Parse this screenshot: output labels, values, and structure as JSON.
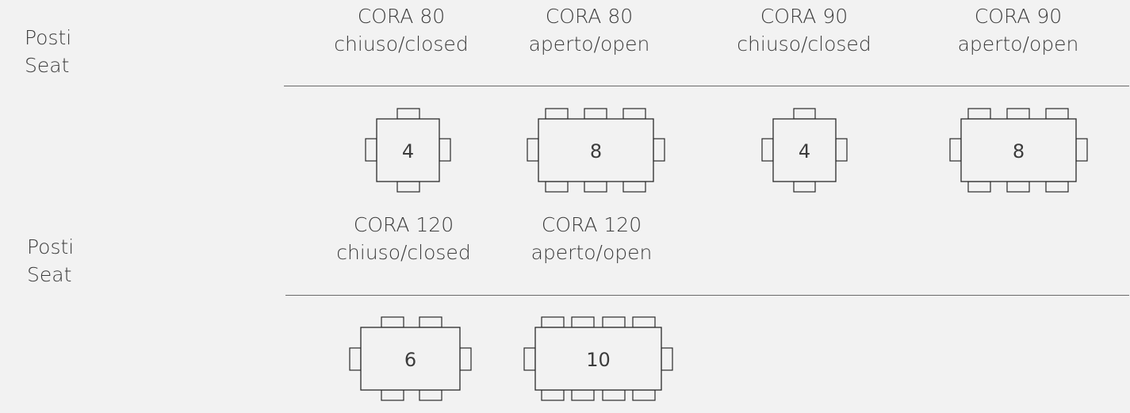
{
  "rows": [
    {
      "label": {
        "line1": "Posti",
        "line2": "Seat"
      },
      "tables": [
        {
          "model": "CORA 80",
          "state": "chiuso/closed",
          "seats": "4"
        },
        {
          "model": "CORA 80",
          "state": "aperto/open",
          "seats": "8"
        },
        {
          "model": "CORA 90",
          "state": "chiuso/closed",
          "seats": "4"
        },
        {
          "model": "CORA 90",
          "state": "aperto/open",
          "seats": "8"
        }
      ]
    },
    {
      "label": {
        "line1": "Posti",
        "line2": "Seat"
      },
      "tables": [
        {
          "model": "CORA 120",
          "state": "chiuso/closed",
          "seats": "6"
        },
        {
          "model": "CORA 120",
          "state": "aperto/open",
          "seats": "10"
        }
      ]
    }
  ]
}
